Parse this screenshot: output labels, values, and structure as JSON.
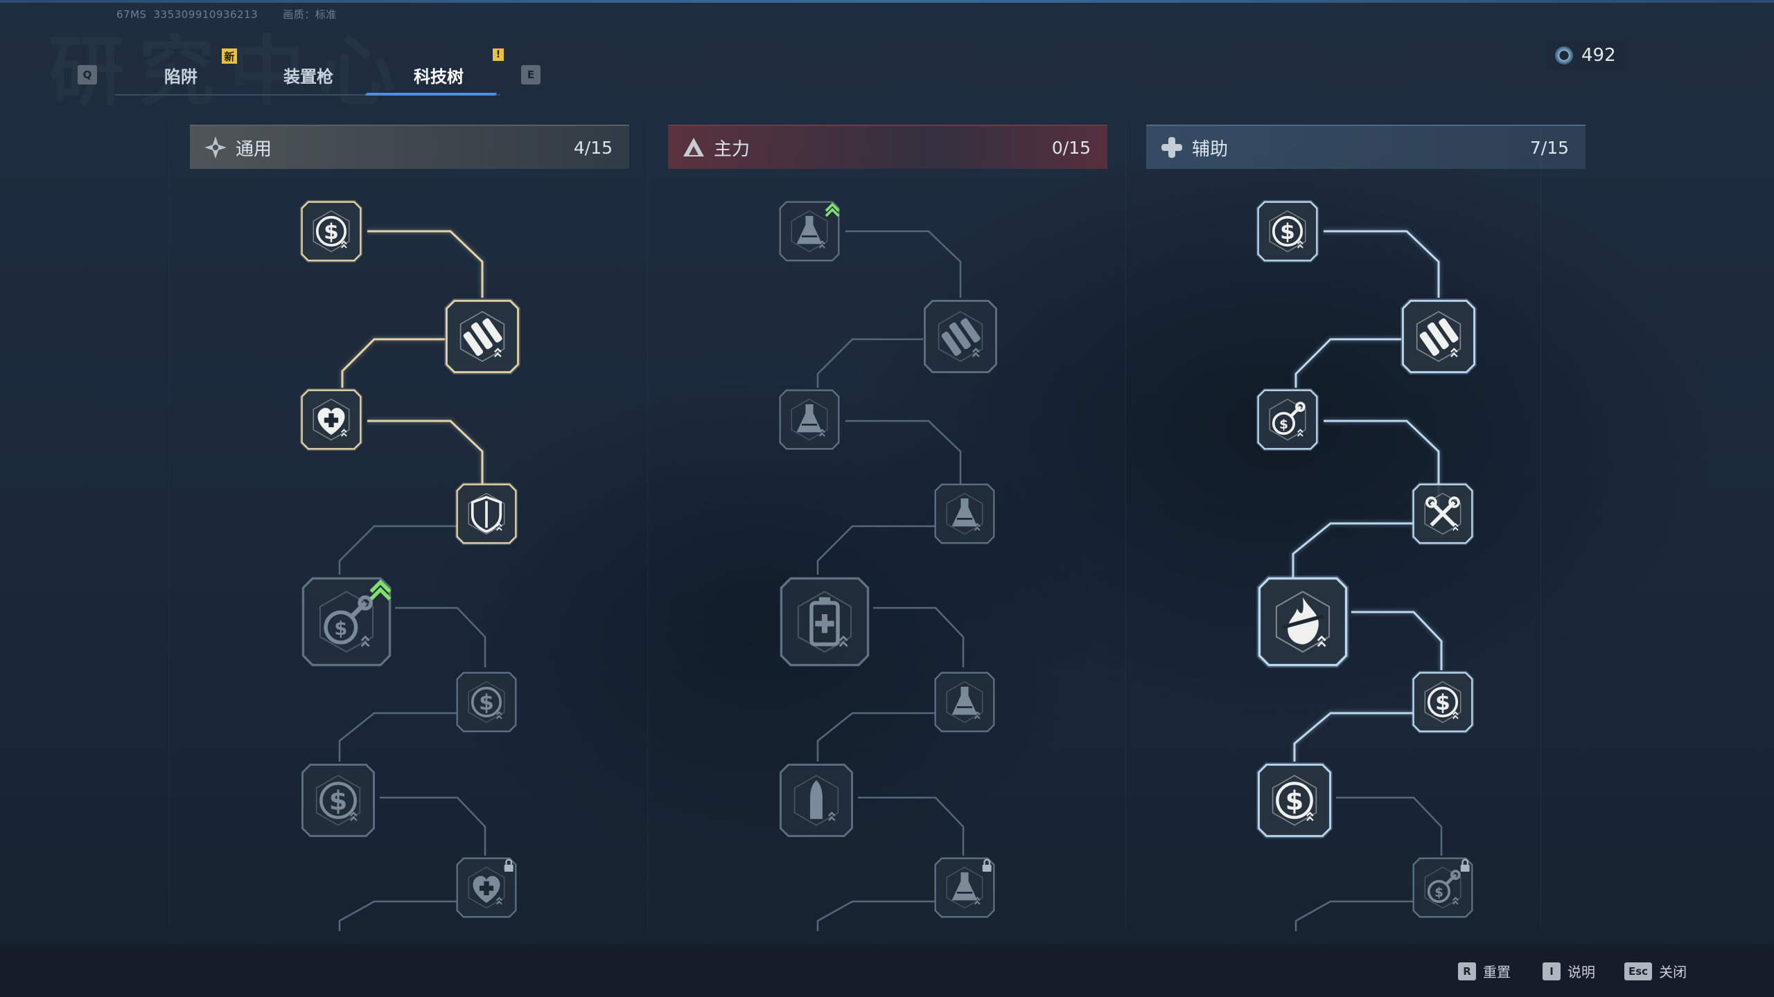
{
  "debug": {
    "ping": "67MS",
    "id": "335309910936213",
    "quality": "画质：标准"
  },
  "watermark": "研究中心",
  "tabs": {
    "prev_key": "Q",
    "next_key": "E",
    "items": [
      {
        "label": "陷阱",
        "badge": "新",
        "active": false
      },
      {
        "label": "装置枪",
        "badge": "",
        "active": false
      },
      {
        "label": "科技树",
        "badge": "!",
        "active": true
      }
    ]
  },
  "currency": {
    "value": "492"
  },
  "categories": [
    {
      "id": "general",
      "title": "通用",
      "count": "4/15"
    },
    {
      "id": "main",
      "title": "主力",
      "count": "0/15"
    },
    {
      "id": "support",
      "title": "辅助",
      "count": "7/15"
    }
  ],
  "footer": [
    {
      "key": "R",
      "label": "重置"
    },
    {
      "key": "I",
      "label": "说明"
    },
    {
      "key": "Esc",
      "label": "关闭"
    }
  ],
  "colors": {
    "general_active": "#e3d3a6",
    "support_active": "#b9d8f2",
    "inactive": "#5a6a7a",
    "upgrade": "#7fe06a",
    "tab_active": "#4a8fe0"
  }
}
